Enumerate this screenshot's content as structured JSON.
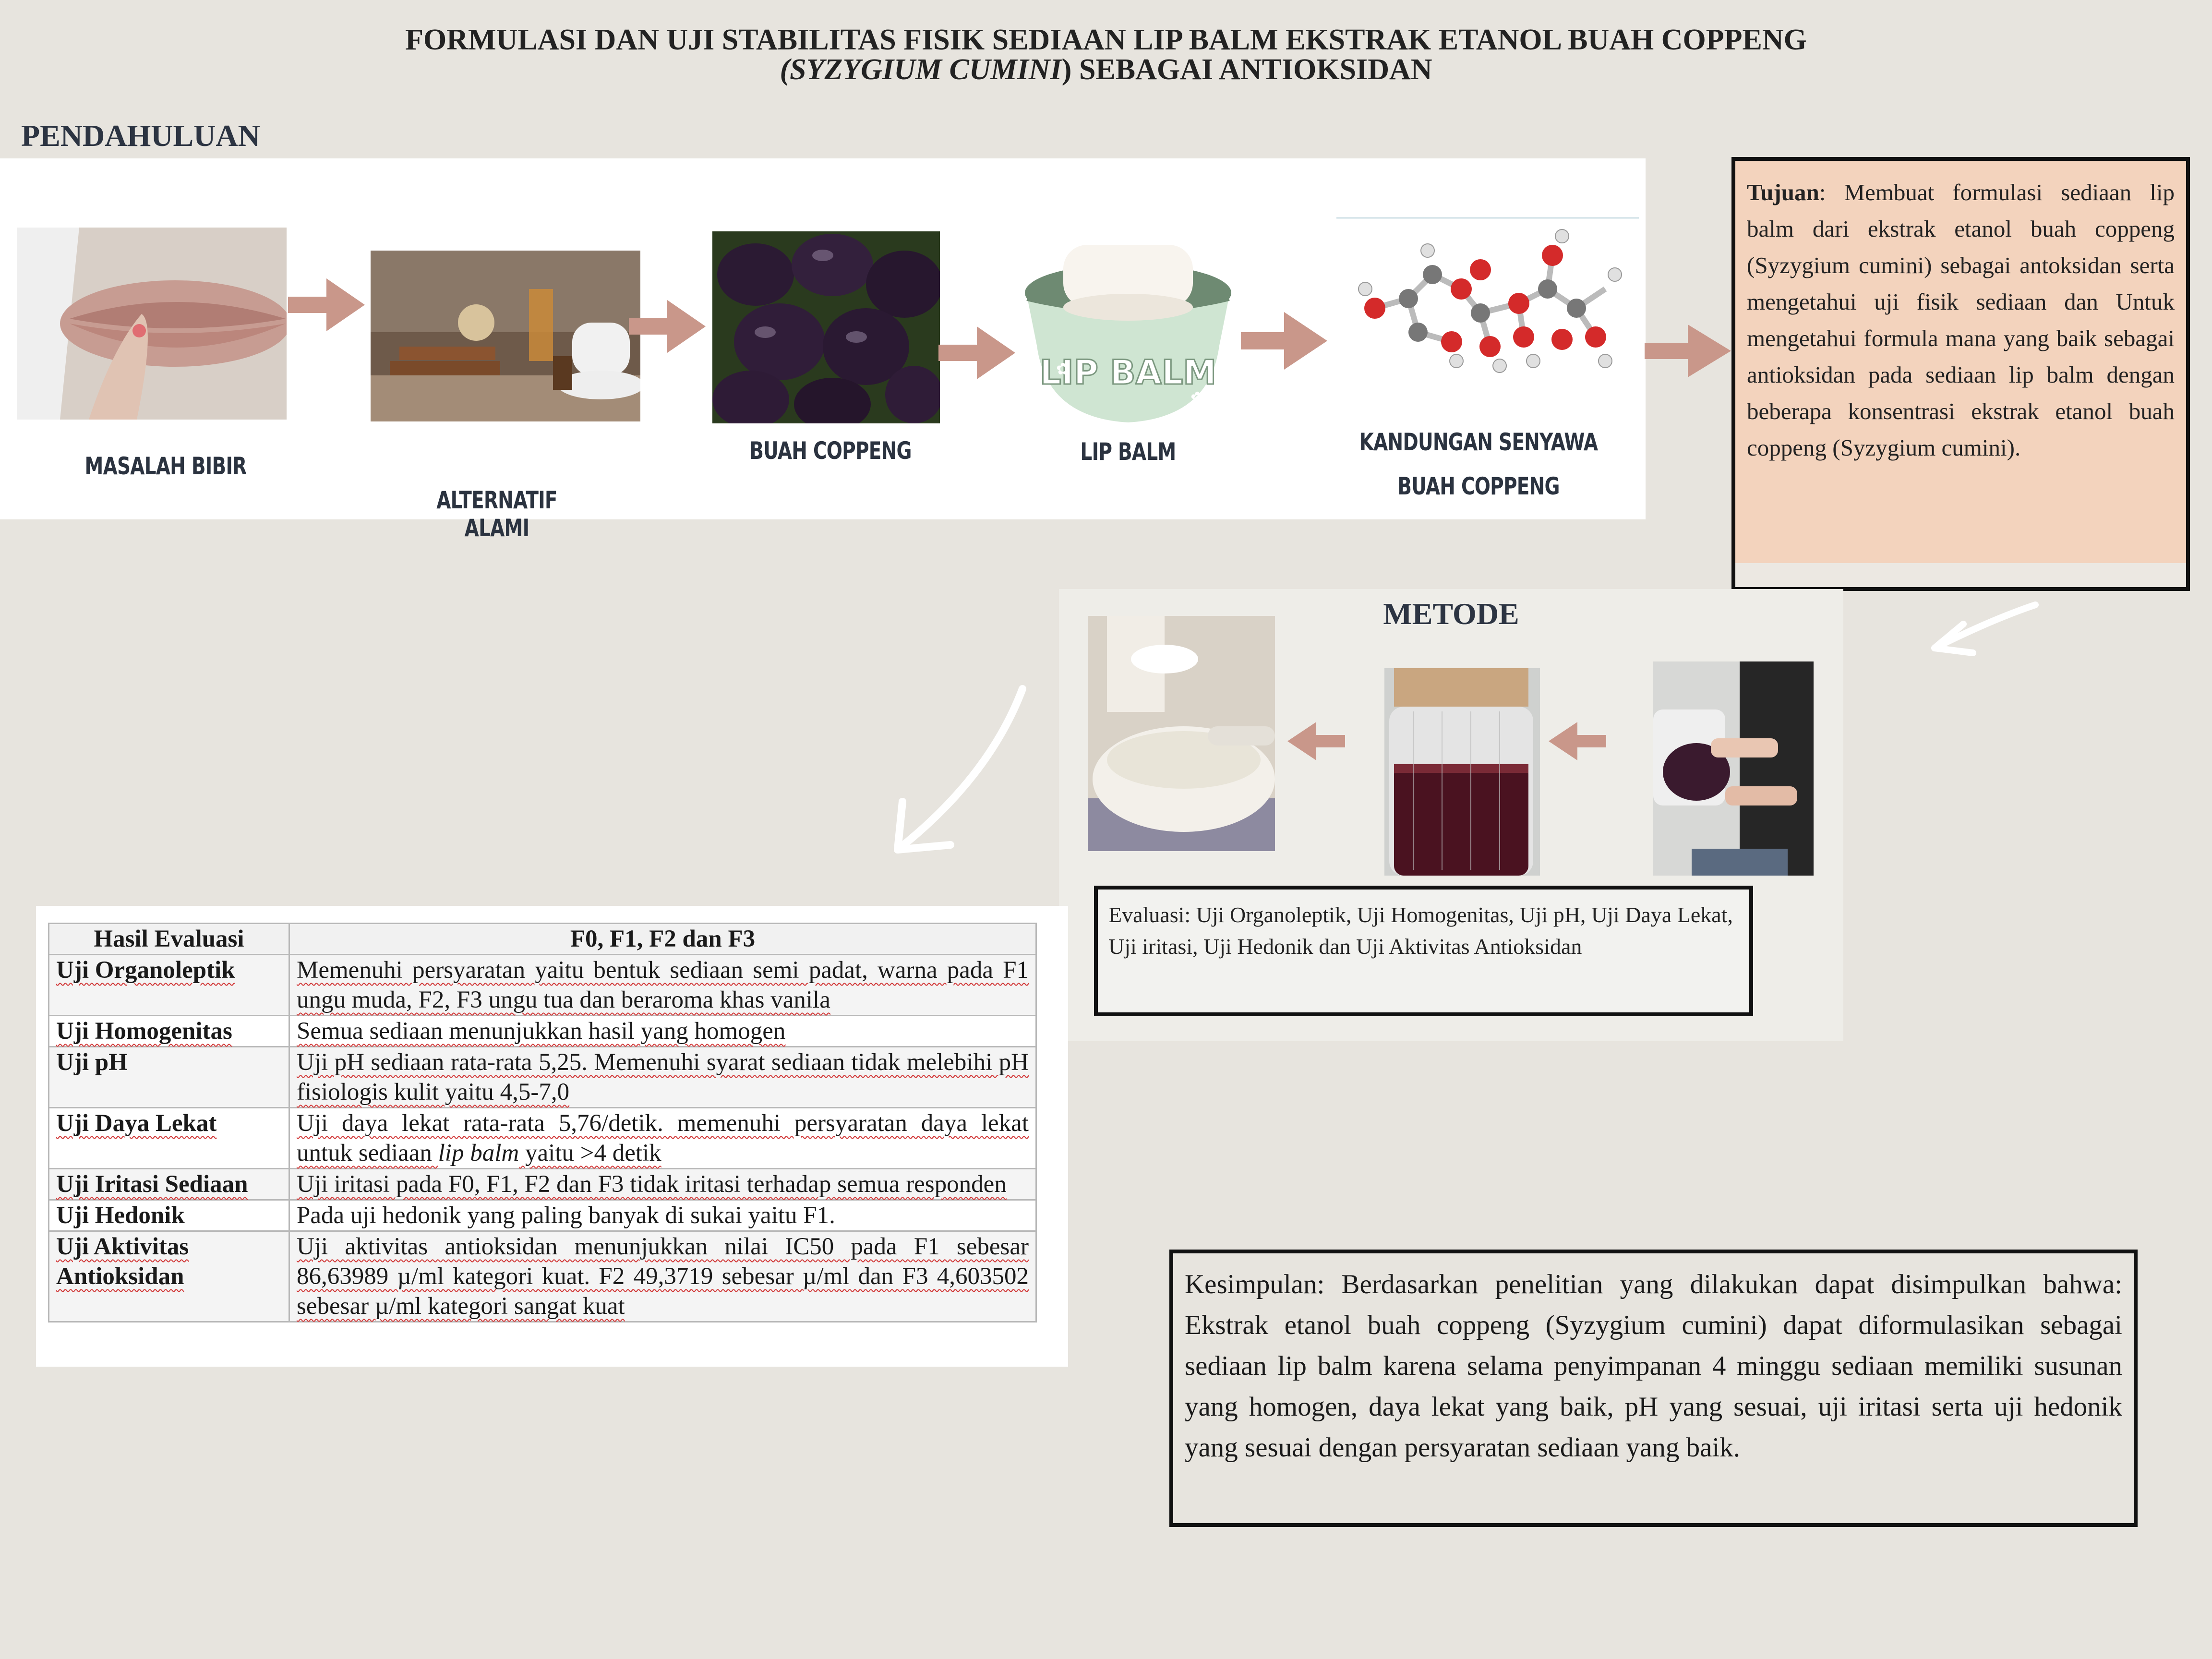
{
  "title": {
    "line1": "FORMULASI DAN UJI STABILITAS FISIK SEDIAAN LIP BALM EKSTRAK ETANOL BUAH COPPENG",
    "line2_italic": "(SYZYGIUM CUMINI",
    "line2_rest": ") SEBAGAI ANTIOKSIDAN"
  },
  "pendahuluan": {
    "heading": "PENDAHULUAN",
    "steps": [
      {
        "caption": "MASALAH BIBIR"
      },
      {
        "caption": "ALTERNATIF ALAMI"
      },
      {
        "caption": "BUAH COPPENG"
      },
      {
        "caption": "LIP BALM",
        "label": "LIP BALM"
      },
      {
        "caption_l1": "KANDUNGAN SENYAWA",
        "caption_l2": "BUAH COPPENG"
      }
    ]
  },
  "tujuan": {
    "label": "Tujuan",
    "text": ": Membuat formulasi sediaan lip balm dari ekstrak etanol buah coppeng (Syzygium cumini) sebagai antoksidan serta mengetahui uji fisik sediaan dan Untuk mengetahui formula mana yang baik sebagai antioksidan pada sediaan lip balm dengan beberapa konsentrasi ekstrak etanol buah coppeng (Syzygium cumini)."
  },
  "metode": {
    "heading": "METODE",
    "evaluasi": "Evaluasi: Uji Organoleptik, Uji Homogenitas, Uji pH, Uji Daya Lekat, Uji iritasi, Uji Hedonik dan Uji Aktivitas Antioksidan"
  },
  "results_table": {
    "headers": [
      "Hasil Evaluasi",
      "F0, F1, F2 dan F3"
    ],
    "rows": [
      {
        "test": "Uji Organoleptik",
        "result": "Memenuhi persyaratan yaitu bentuk sediaan semi padat, warna pada F1 ungu muda, F2, F3 ungu tua dan beraroma khas vanila"
      },
      {
        "test": "Uji Homogenitas",
        "result": "Semua sediaan menunjukkan hasil yang homogen"
      },
      {
        "test": "Uji pH",
        "result": "Uji pH sediaan rata-rata 5,25. Memenuhi syarat sediaan tidak melebihi pH fisiologis kulit yaitu 4,5-7,0"
      },
      {
        "test": "Uji Daya Lekat",
        "result_a": "Uji daya lekat rata-rata 5,76/detik. memenuhi persyaratan daya lekat untuk sediaan ",
        "result_italic": "lip balm",
        "result_b": " yaitu >4 detik"
      },
      {
        "test": "Uji Iritasi Sediaan",
        "result": "Uji iritasi pada F0, F1, F2 dan F3 tidak iritasi terhadap semua responden"
      },
      {
        "test": "Uji Hedonik",
        "result": "Pada uji hedonik yang paling banyak di sukai yaitu F1."
      },
      {
        "test": "Uji Aktivitas Antioksidan",
        "result": "Uji aktivitas antioksidan menunjukkan nilai IC50 pada F1 sebesar 86,63989 µ/ml kategori kuat. F2 49,3719 sebesar µ/ml dan F3 4,603502 sebesar µ/ml kategori sangat kuat"
      }
    ]
  },
  "kesimpulan": {
    "text": "Kesimpulan: Berdasarkan penelitian yang dilakukan dapat disimpulkan bahwa: Ekstrak etanol buah coppeng (Syzygium cumini) dapat diformulasikan sebagai sediaan lip balm karena selama penyimpanan 4 minggu sediaan memiliki susunan yang homogen, daya lekat yang baik, pH yang sesuai, uji iritasi serta uji hedonik yang sesuai dengan persyaratan sediaan yang baik."
  },
  "colors": {
    "background": "#e7e4de",
    "arrow": "#c9978a",
    "tujuan_fill": "#f3d3bd",
    "heading": "#2c3442"
  }
}
